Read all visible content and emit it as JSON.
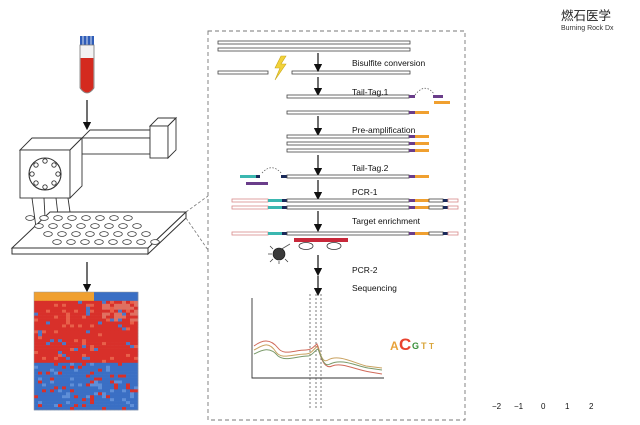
{
  "brand": {
    "name_cn": "燃石医学",
    "name_en": "Burning Rock Dx",
    "accent_color": "#6bbf3a"
  },
  "workflow": {
    "steps": [
      "Bisulfite conversion",
      "Tail-Tag.1",
      "Pre-amplification",
      "Tail-Tag.2",
      "PCR-1",
      "Target enrichment",
      "PCR-2",
      "Sequencing"
    ],
    "sequence_letters": [
      "A",
      "C",
      "G",
      "T",
      "T"
    ],
    "sequence_colors": [
      "#e8a23a",
      "#e8432f",
      "#3a8f3a",
      "#d9a53a",
      "#d9a53a"
    ]
  },
  "colors": {
    "blood": "#d42a1f",
    "tube_cap": "#2f5db8",
    "orange": "#f0a030",
    "purple": "#6a3d8a",
    "teal": "#3bb7b0",
    "navy": "#1a2a5a",
    "pink": "#d88a8a",
    "methylation_blue": "#4ea6d6",
    "methylation_orange": "#f2a029"
  },
  "scatter3d": {
    "axis_ticks": [
      "−2",
      "−1",
      "0",
      "1",
      "2"
    ]
  }
}
